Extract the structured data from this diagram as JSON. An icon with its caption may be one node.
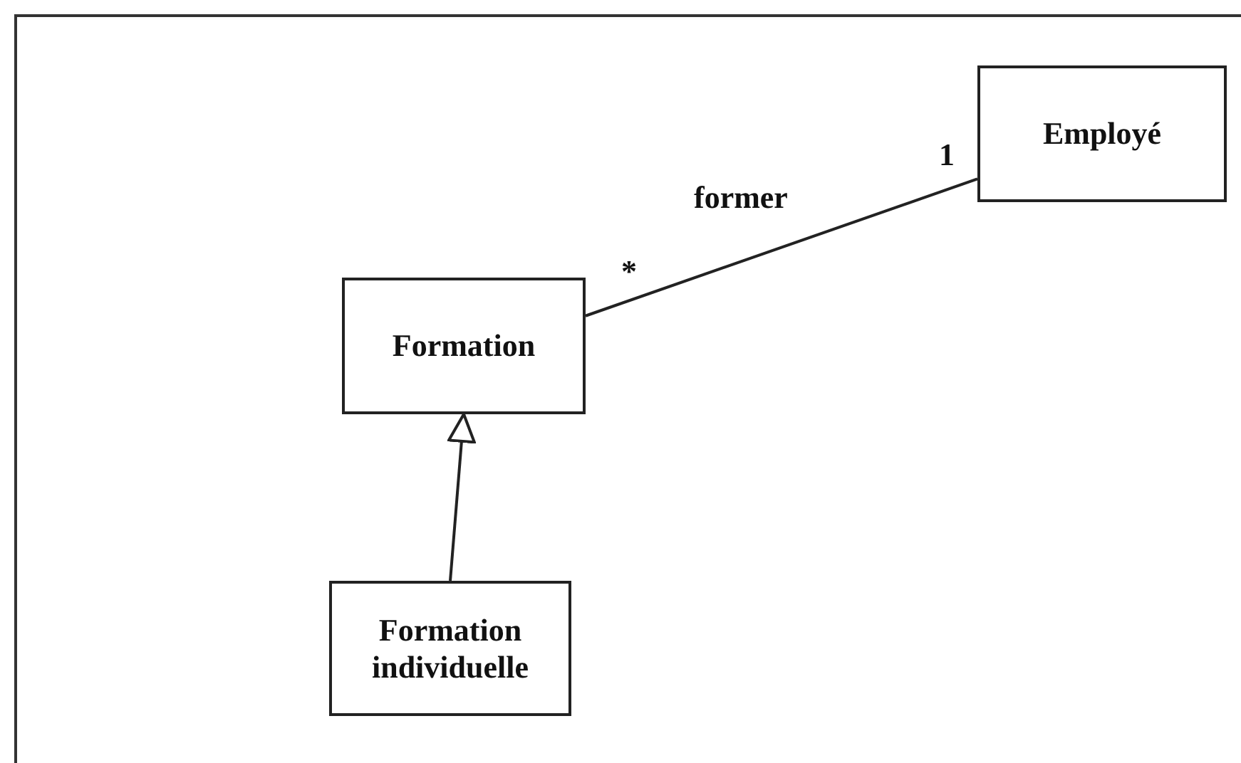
{
  "diagram": {
    "nodes": [
      {
        "text": [
          "Employé"
        ]
      },
      {
        "text": [
          "Formation"
        ]
      },
      {
        "text": [
          "Formation individuelle"
        ]
      }
    ],
    "edges": [
      {
        "from": 1,
        "to": 0,
        "arrow": "none",
        "label": "former"
      },
      {
        "from": 2,
        "to": 1,
        "arrow": "to"
      }
    ],
    "labels": [
      "1",
      "*"
    ]
  }
}
